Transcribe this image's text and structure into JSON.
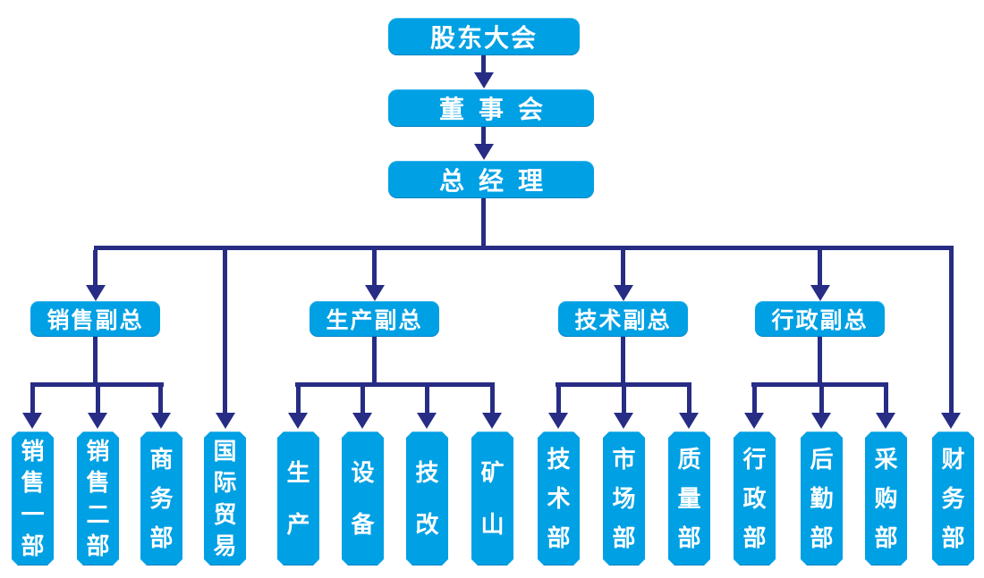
{
  "diagram_type": "org-chart",
  "nodes": {
    "shareholders": "股东大会",
    "board": "董事会",
    "general_manager": "总经理"
  },
  "branches": [
    {
      "vp": "销售副总",
      "children": [
        "销售一部",
        "销售二部",
        "商务部"
      ]
    },
    {
      "vp": "生产副总",
      "children": [
        "生产",
        "设备",
        "技改",
        "矿山"
      ]
    },
    {
      "vp": "技术副总",
      "children": [
        "技术部",
        "市场部",
        "质量部"
      ]
    },
    {
      "vp": "行政副总",
      "children": [
        "行政部",
        "后勤部",
        "采购部"
      ]
    }
  ],
  "direct_reports": [
    "国际贸易",
    "财务部"
  ],
  "colors": {
    "node_fill": "#00A0E4",
    "connector": "#272C85",
    "node_text": "#FFFFFF",
    "background": "#FFFFFF"
  }
}
